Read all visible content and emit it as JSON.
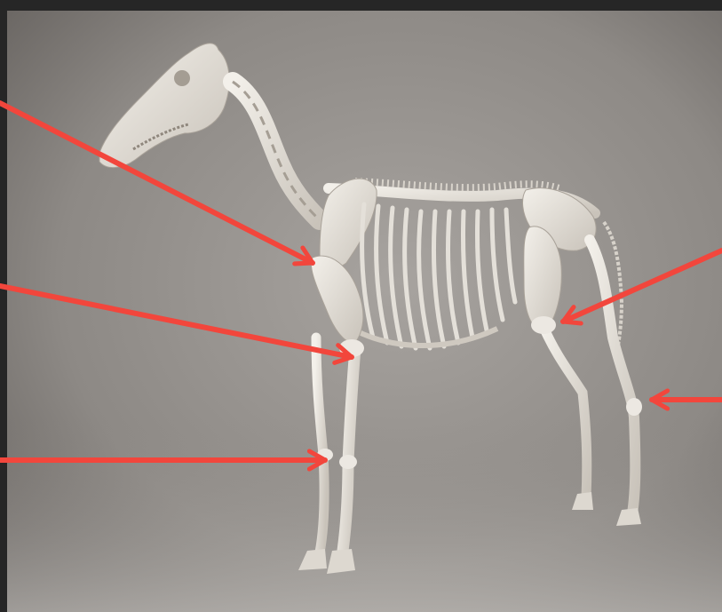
{
  "image": {
    "subject": "horse-skeleton",
    "background_color": "#8f8b87",
    "frame_color": "#262626",
    "bone_color": "#ece8e2",
    "bone_shade": "#b9b3aa",
    "arrow_color": "#f2463c"
  },
  "annotations": {
    "arrows": [
      {
        "name": "scapula-arrow",
        "side": "left",
        "target": "shoulder"
      },
      {
        "name": "elbow-arrow",
        "side": "left",
        "target": "elbow-forearm"
      },
      {
        "name": "fore-fetlock-arrow",
        "side": "left",
        "target": "fore-cannon-fetlock"
      },
      {
        "name": "hock-arrow",
        "side": "right",
        "target": "hock"
      },
      {
        "name": "hind-fetlock-arrow",
        "side": "right",
        "target": "hind-fetlock"
      }
    ]
  }
}
